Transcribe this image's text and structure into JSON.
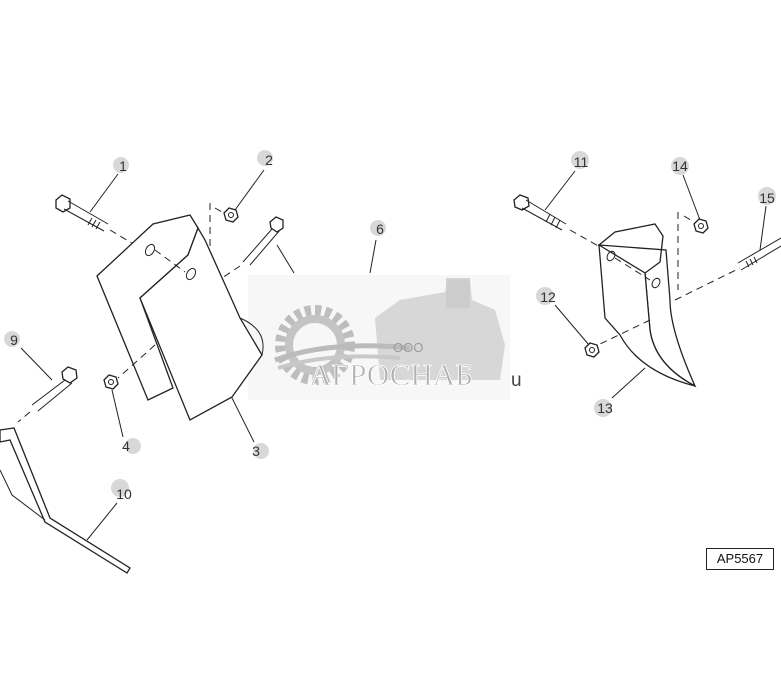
{
  "diagram": {
    "callouts": [
      "1",
      "2",
      "3",
      "4",
      "6",
      "9",
      "10",
      "11",
      "12",
      "13",
      "14",
      "15"
    ],
    "reference_code": "AP5567",
    "stray_glyph": "u"
  },
  "watermark": {
    "company_prefix": "ООО",
    "company_name": "АГРОСНАБ",
    "color": "#c9c9c9"
  }
}
